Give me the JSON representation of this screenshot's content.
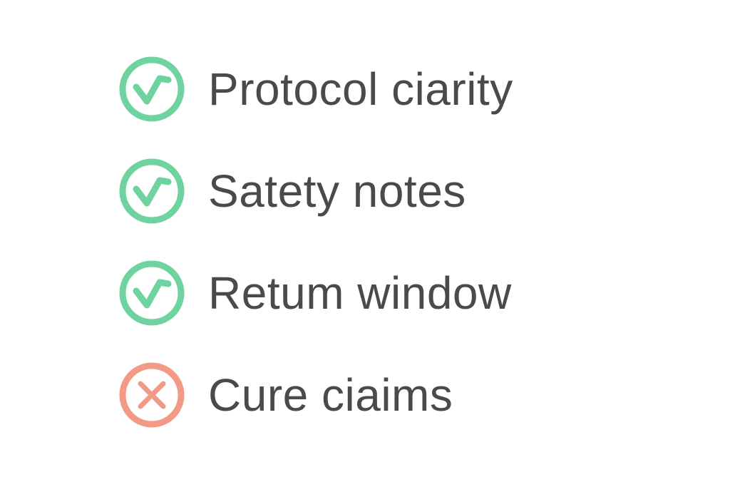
{
  "checklist": {
    "items": [
      {
        "label": "Protocol ciarity",
        "status": "pass",
        "icon": "check-circle-icon"
      },
      {
        "label": "Satety notes",
        "status": "pass",
        "icon": "check-circle-icon"
      },
      {
        "label": "Retum window",
        "status": "pass",
        "icon": "check-circle-icon"
      },
      {
        "label": "Cure ciaims",
        "status": "fail",
        "icon": "x-circle-icon"
      }
    ]
  },
  "colors": {
    "pass": "#6fd3a0",
    "fail": "#f29a86",
    "text": "#4a4a4a"
  }
}
